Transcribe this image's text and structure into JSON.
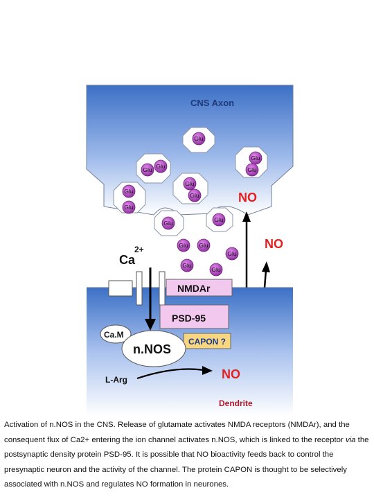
{
  "diagram": {
    "axon_label": "CNS Axon",
    "dendrite_label": "Dendrite",
    "no_label": "NO",
    "ca_label": "Ca",
    "ca_charge": "2+",
    "glu_label": "Glu",
    "nmda_label": "NMDAr",
    "psd_label": "PSD-95",
    "capon_label": "CAPON ?",
    "cam_label": "Ca.M",
    "nnos_label": "n.NOS",
    "larg_label": "L-Arg",
    "colors": {
      "membrane_top": "#3e72c8",
      "membrane_light": "#e6eefb",
      "glu_fill": "#b040c0",
      "no_red": "#e41f1f",
      "dendrite_text": "#b5192b",
      "nmda_fill": "#f2c8ee",
      "capon_fill": "#f8d680"
    }
  },
  "caption": {
    "part1": "Activation of n.NOS in the CNS. Release of glutamate activates NMDA receptors (NMDAr), and the consequent flux of Ca2+ entering the ion channel activates n.NOS, which is linked to the receptor ",
    "italic": "via",
    "part2": " the postsynaptic density protein PSD-95. It is possible that NO bioactivity feeds back to control the presynaptic neuron and the activity of the channel. The protein CAPON is thought to be selectively associated with n.NOS and regulates NO formation in neurones."
  }
}
